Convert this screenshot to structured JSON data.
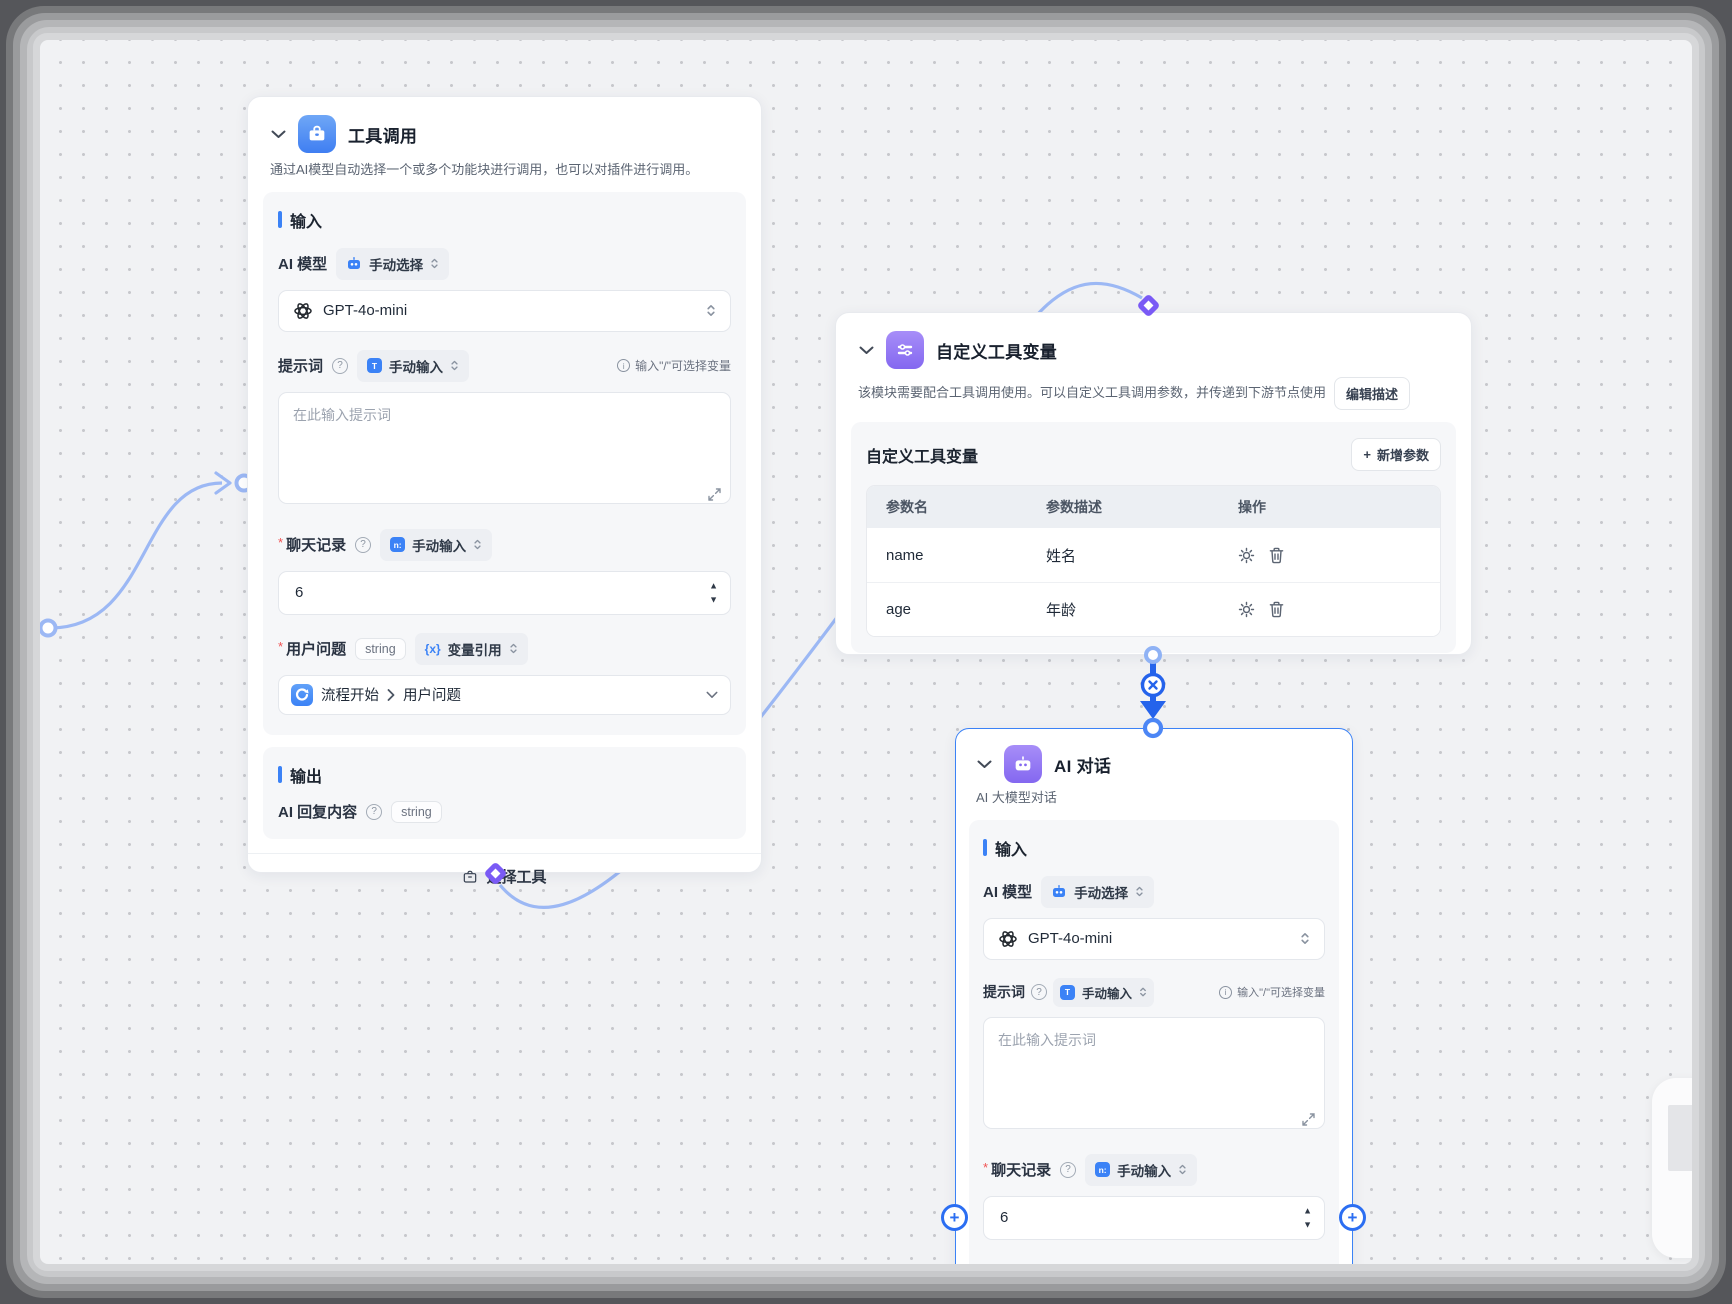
{
  "colors": {
    "accent_blue": "#2563eb",
    "selected_border": "#3b82f6",
    "edge_blue": "#9cb8f4",
    "diamond_purple": "#7a5af5",
    "tool_icon_blue": "#3f7ef2",
    "var_icon_purple": "#8468f0",
    "required_red": "#f05252"
  },
  "nodes": {
    "tool_call": {
      "title": "工具调用",
      "description": "通过AI模型自动选择一个或多个功能块进行调用，也可以对插件进行调用。",
      "input_section": "输入",
      "model_label": "AI 模型",
      "model_mode": "手动选择",
      "model_name": "GPT-4o-mini",
      "prompt_label": "提示词",
      "prompt_mode": "手动输入",
      "prompt_hint": "输入\"/\"可选择变量",
      "prompt_placeholder": "在此输入提示词",
      "history_label": "聊天记录",
      "history_mode": "手动输入",
      "history_value": "6",
      "question_label": "用户问题",
      "question_type": "string",
      "question_mode": "变量引用",
      "ref_source": "流程开始",
      "ref_field": "用户问题",
      "output_section": "输出",
      "reply_label": "AI 回复内容",
      "reply_type": "string",
      "footer_button": "选择工具"
    },
    "custom_vars": {
      "title": "自定义工具变量",
      "description": "该模块需要配合工具调用使用。可以自定义工具调用参数，并传递到下游节点使用",
      "edit_button": "编辑描述",
      "panel_title": "自定义工具变量",
      "add_plus": "+",
      "add_button": "新增参数",
      "table": {
        "headers": [
          "参数名",
          "参数描述",
          "操作"
        ],
        "rows": [
          {
            "name": "name",
            "desc": "姓名"
          },
          {
            "name": "age",
            "desc": "年龄"
          }
        ]
      }
    },
    "ai_chat": {
      "title": "AI 对话",
      "subtitle": "AI 大模型对话",
      "input_section": "输入",
      "model_label": "AI 模型",
      "model_mode": "手动选择",
      "model_name": "GPT-4o-mini",
      "prompt_label": "提示词",
      "prompt_mode": "手动输入",
      "prompt_hint": "输入\"/\"可选择变量",
      "prompt_placeholder": "在此输入提示词",
      "history_label": "聊天记录",
      "history_mode": "手动输入",
      "history_value": "6"
    }
  }
}
